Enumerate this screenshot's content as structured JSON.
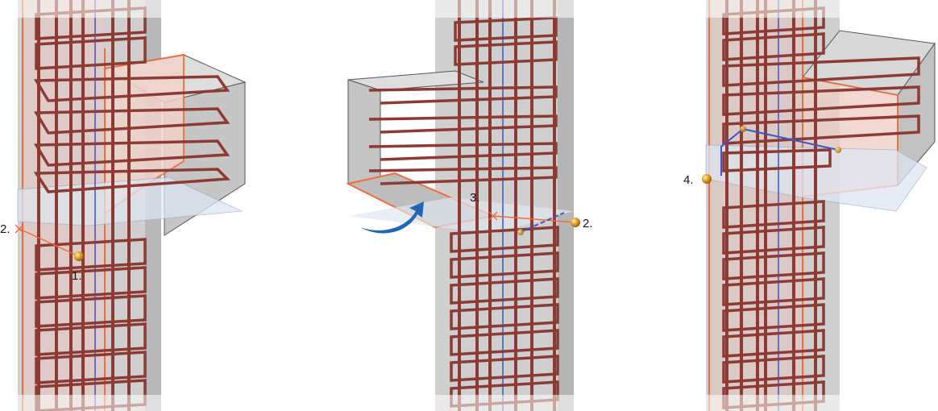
{
  "colors": {
    "rebar": "#8b3a34",
    "rebar_light": "#b4625a",
    "highlight_edge": "#f26b3a",
    "concrete_face": "#d9d9d9",
    "concrete_dark": "#bdbdbd",
    "plane": "#dde3ee",
    "axis_line": "#3c55c8",
    "arrow": "#1f66b5",
    "grip": "#e6a52a"
  },
  "icons": {
    "grip_point": "grip-sphere-icon",
    "cross_point": "cross-marker-icon",
    "rotate_arrow": "curved-arrow-icon"
  },
  "panels": [
    {
      "name": "panel-1",
      "labels": [
        {
          "id": "p1-label-2",
          "text": "2."
        },
        {
          "id": "p1-label-1",
          "text": "1."
        }
      ]
    },
    {
      "name": "panel-2",
      "labels": [
        {
          "id": "p2-label-3",
          "text": "3."
        },
        {
          "id": "p2-label-2",
          "text": "2."
        }
      ]
    },
    {
      "name": "panel-3",
      "labels": [
        {
          "id": "p3-label-4",
          "text": "4."
        }
      ]
    }
  ]
}
